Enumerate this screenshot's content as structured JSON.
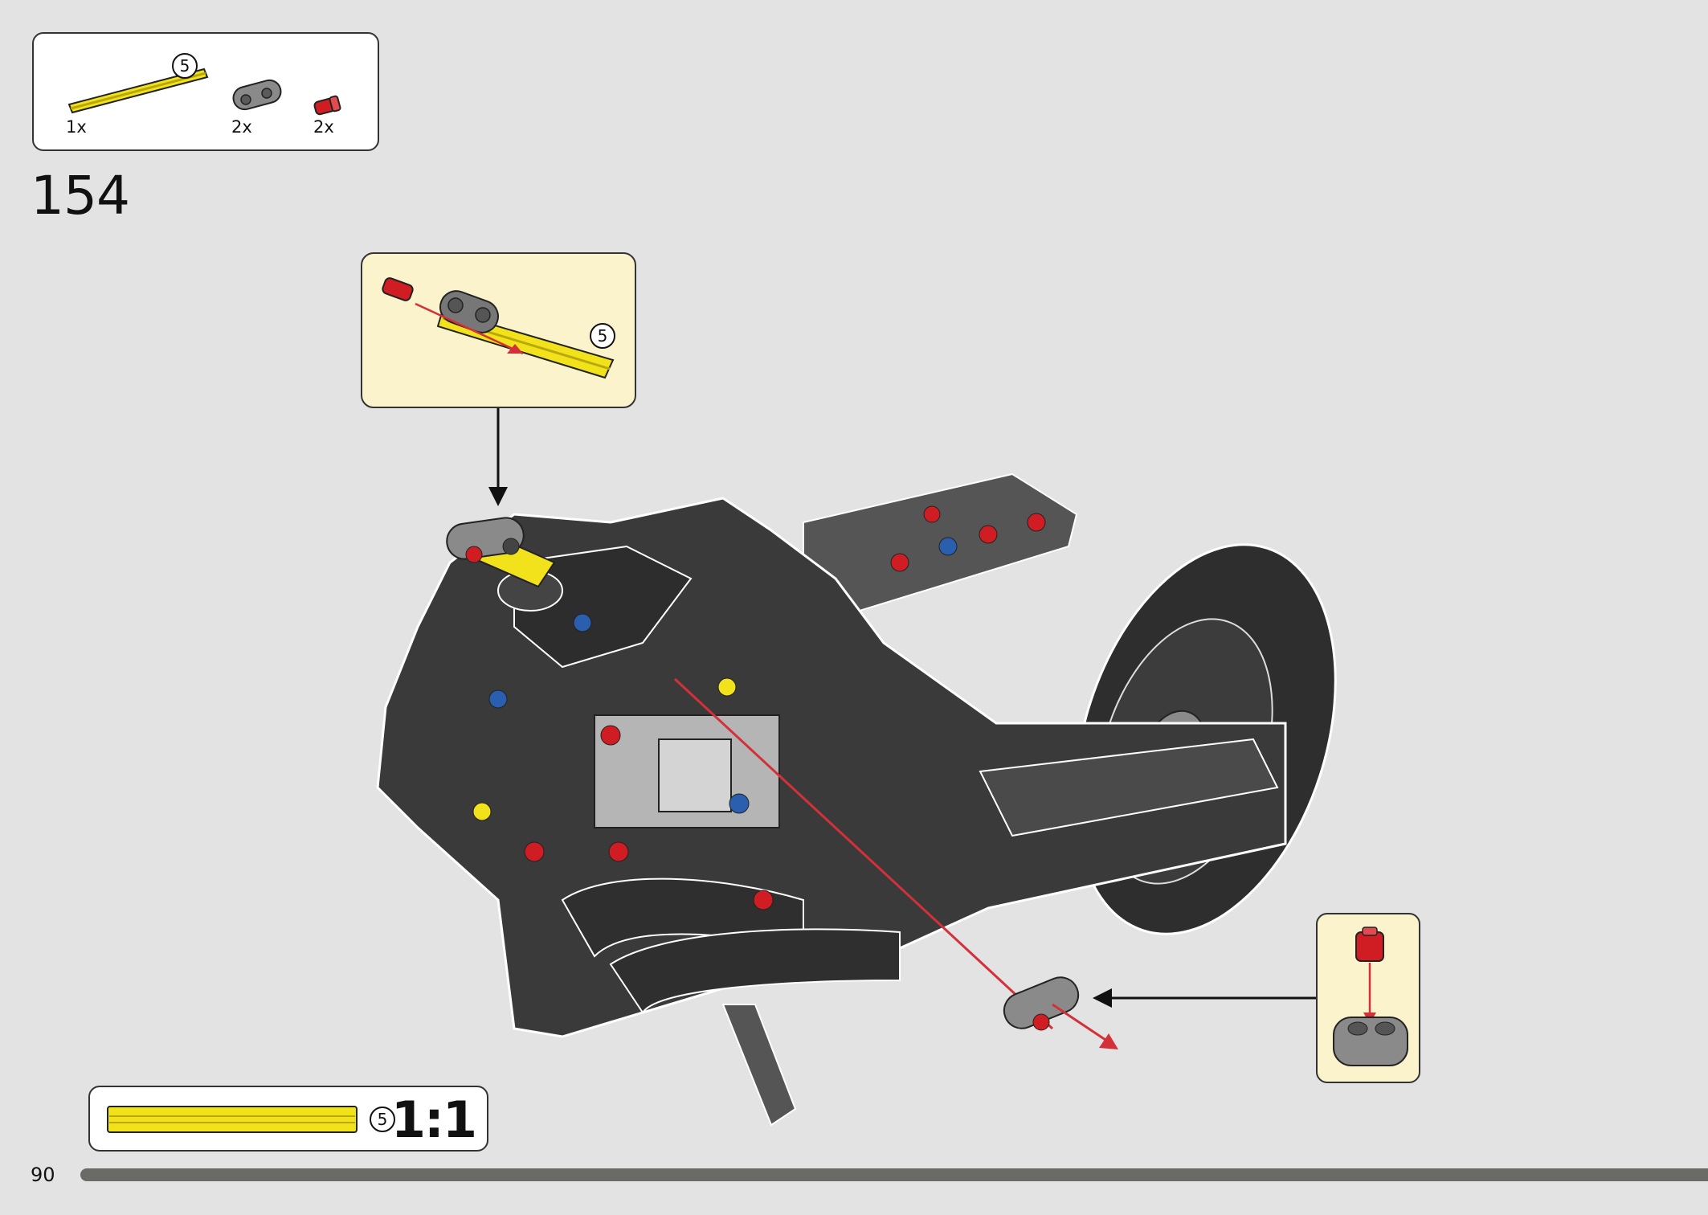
{
  "parts_list": {
    "items": [
      {
        "name": "axle",
        "quantity_label": "1x",
        "length_badge": "5",
        "color": "#f2e21b"
      },
      {
        "name": "double-liftarm",
        "quantity_label": "2x",
        "color": "#8a8a8a"
      },
      {
        "name": "friction-pin",
        "quantity_label": "2x",
        "color": "#d01c23"
      }
    ]
  },
  "step": {
    "number": "154"
  },
  "callout_top": {
    "axle_length_badge": "5"
  },
  "scale_reference": {
    "axle_length_badge": "5",
    "ratio_label": "1:1"
  },
  "footer": {
    "page_number": "90",
    "progress_fraction": 1.0
  },
  "colors": {
    "background": "#e3e3e3",
    "callout_fill": "#fbf3cc",
    "model_dark": "#3a3a3a",
    "axle_yellow": "#f2e21b",
    "pin_red": "#d01c23",
    "pin_blue": "#2a5fb0",
    "arrow_red": "#d4303a"
  }
}
